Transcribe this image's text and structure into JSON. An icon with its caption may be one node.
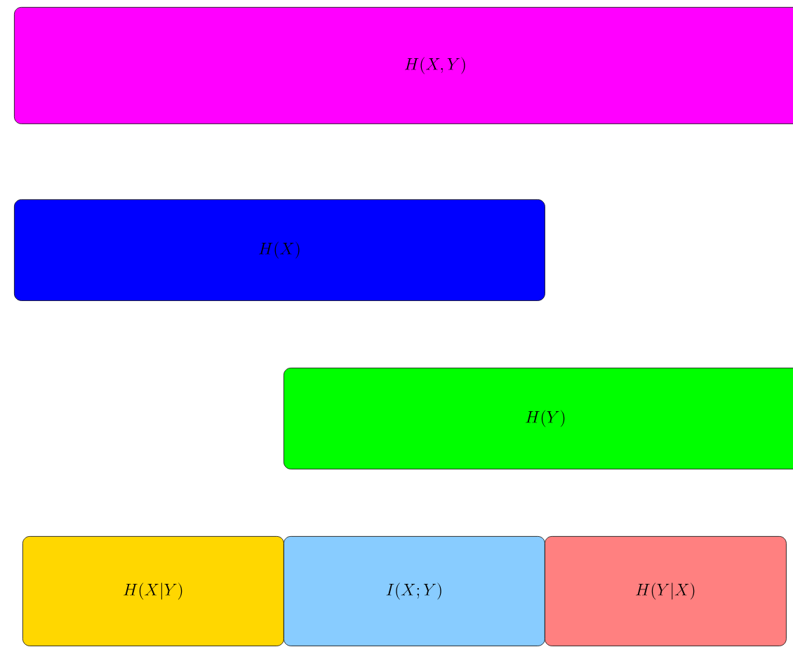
{
  "diagram": {
    "nodes": [
      {
        "text": [
          "H(X,Y)"
        ]
      },
      {
        "text": [
          "H(X)"
        ]
      },
      {
        "text": [
          "H(Y)"
        ]
      },
      {
        "text": [
          "H(X|Y)"
        ]
      },
      {
        "text": [
          "I(X;Y)"
        ]
      },
      {
        "text": [
          "H(Y|X)"
        ]
      }
    ]
  }
}
